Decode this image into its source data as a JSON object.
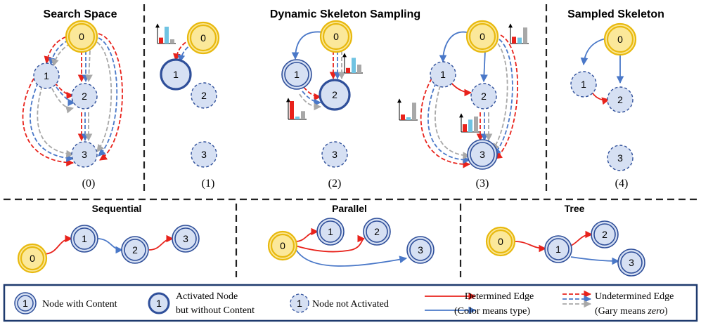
{
  "panels": {
    "search_space": {
      "title": "Search Space",
      "caption": "(0)"
    },
    "dynamic_sampling": {
      "title": "Dynamic Skeleton Sampling",
      "captions": [
        "(1)",
        "(2)",
        "(3)"
      ]
    },
    "sampled_skeleton": {
      "title": "Sampled Skeleton",
      "caption": "(4)"
    }
  },
  "examples": {
    "sequential": {
      "title": "Sequential"
    },
    "parallel": {
      "title": "Parallel"
    },
    "tree": {
      "title": "Tree"
    }
  },
  "node_labels": [
    "0",
    "1",
    "2",
    "3"
  ],
  "legend": {
    "node_with_content": {
      "label": "Node with Content",
      "symbol": "1"
    },
    "activated_node": {
      "line1": "Activated Node",
      "line2": "but without Content",
      "symbol": "1"
    },
    "not_activated": {
      "label": "Node not Activated",
      "symbol": "1"
    },
    "determined_edge": {
      "line1": "Determined Edge",
      "line2": "(Color means type)"
    },
    "undetermined_edge": {
      "line1": "Undetermined Edge",
      "line2_prefix": "(Gary means ",
      "line2_italic": "zero",
      "line2_suffix": ")"
    }
  },
  "colors": {
    "red": "#e8221b",
    "blue": "#4a78c8",
    "gray": "#a8a8a8",
    "node_fill": "#d6e0f3",
    "node_stroke": "#2f4f9a",
    "gold": "#e8b90f",
    "gold_fill": "#fbe89a",
    "bar_red": "#e8221b",
    "bar_cyan": "#6fc3e2",
    "bar_gray": "#a8a8a8"
  }
}
